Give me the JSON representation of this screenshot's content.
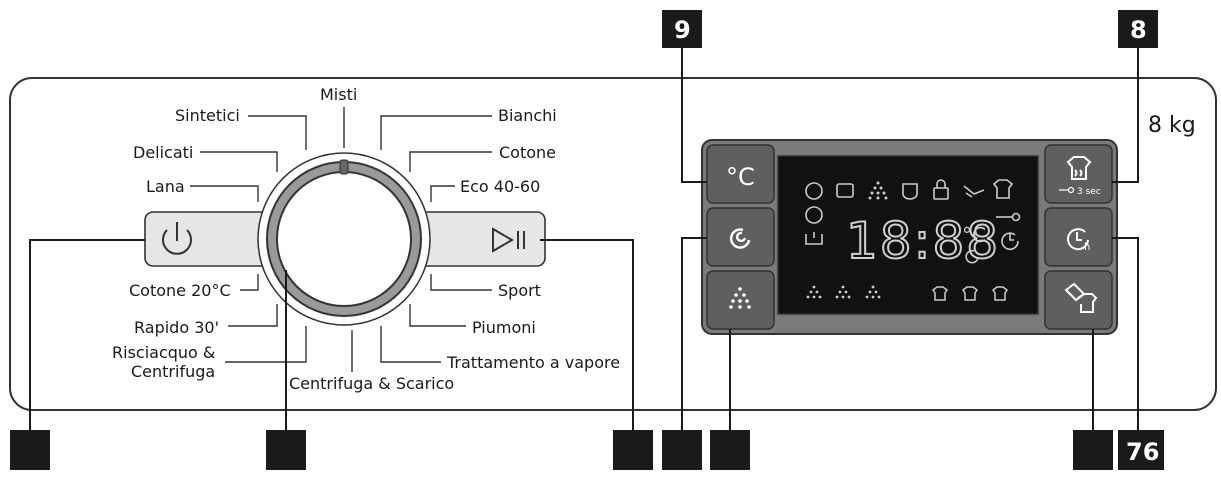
{
  "capacity": "8 kg",
  "callout_numbers": {
    "temp": "9",
    "steam": "8",
    "right_bottom": "76"
  },
  "programs": {
    "misti": "Misti",
    "sintetici": "Sintetici",
    "bianchi": "Bianchi",
    "delicati": "Delicati",
    "cotone": "Cotone",
    "lana": "Lana",
    "eco": "Eco 40-60",
    "cotone20": "Cotone 20°C",
    "sport": "Sport",
    "rapido": "Rapido 30'",
    "piumoni": "Piumoni",
    "risciacquo_1": "Risciacquo &",
    "risciacquo_2": "Centrifuga",
    "vapore": "Trattamento a vapore",
    "scarico": "Centrifuga & Scarico"
  },
  "display": {
    "digits": "18:88",
    "temp_unit": "°C",
    "lock_hint": "3 sec"
  },
  "icons": {
    "power": "power-icon",
    "start_pause": "start-pause-icon",
    "temperature": "temperature-icon",
    "spin": "spin-icon",
    "rinse": "rinse-icon",
    "steam": "steam-icon",
    "delay": "delay-timer-icon",
    "extra": "extra-care-icon"
  }
}
